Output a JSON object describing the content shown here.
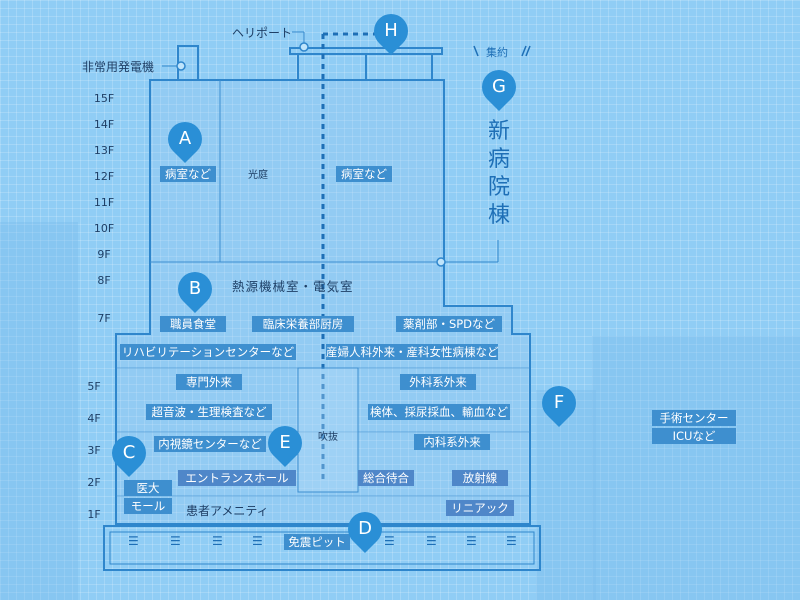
{
  "floors_upper": [
    "15F",
    "14F",
    "13F",
    "12F",
    "11F",
    "10F",
    "9F",
    "8F",
    "7F"
  ],
  "floors_lower": [
    "5F",
    "4F",
    "3F",
    "2F",
    "1F"
  ],
  "labels": {
    "heliport": "ヘリポート",
    "generator": "非常用発電機",
    "summary": "集約",
    "new_building_title": [
      "新",
      "病",
      "院",
      "棟"
    ],
    "courtyard": "光庭",
    "atrium": "吹抜",
    "heat_room": "熱源機械室・電気室",
    "patient_amenity": "患者アメニティ"
  },
  "tags": {
    "ward_left": "病室など",
    "ward_right": "病室など",
    "staff_cafeteria": "職員食堂",
    "clinical_nutrition": "臨床栄養部厨房",
    "pharmacy": "薬剤部・SPDなど",
    "rehab": "リハビリテーションセンターなど",
    "obgyn": "産婦人科外来・産科女性病棟など",
    "specialty": "専門外来",
    "surgery_outpatient": "外科系外来",
    "ultrasound": "超音波・生理検査など",
    "specimen": "検体、採尿採血、輸血など",
    "endoscopy": "内視鏡センターなど",
    "internal_medicine": "内科系外来",
    "entrance": "エントランスホール",
    "waiting": "総合待合",
    "radiology": "放射線",
    "linac": "リニアック",
    "univ_mall_1": "医大",
    "univ_mall_2": "モール",
    "seismic_pit": "免震ピット",
    "surgery_center": "手術センター",
    "icu": "ICUなど"
  },
  "pins": {
    "a": "A",
    "b": "B",
    "c": "C",
    "d": "D",
    "e": "E",
    "f": "F",
    "g": "G",
    "h": "H"
  },
  "vent_glyph": "☰",
  "colors": {
    "accent": "#2a8fd6",
    "line": "#2f86cc",
    "tag": "#3e8fcf"
  }
}
